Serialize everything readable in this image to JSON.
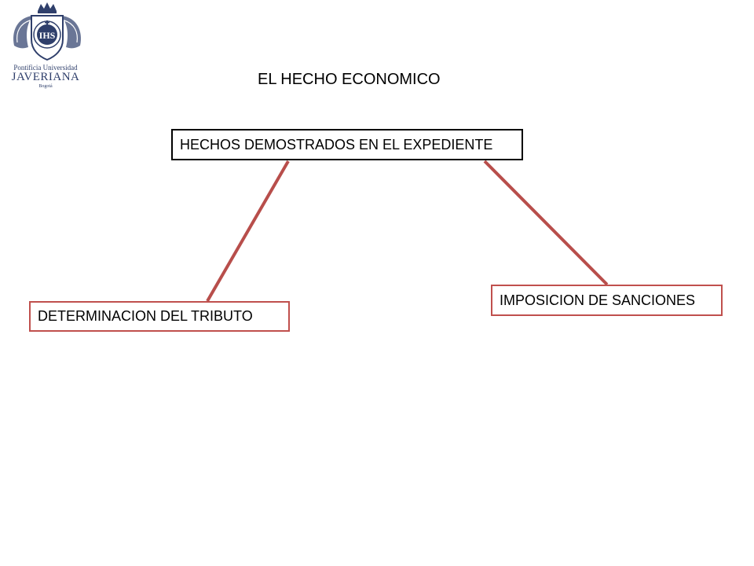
{
  "logo": {
    "line1": "Pontificia Universidad",
    "line2": "JAVERIANA",
    "line3": "Bogotá",
    "monogram": "IHS",
    "color": "#2f3f6b"
  },
  "title": "EL HECHO ECONOMICO",
  "diagram": {
    "root": "HECHOS DEMOSTRADOS EN EL EXPEDIENTE",
    "children": [
      "DETERMINACION DEL TRIBUTO",
      "IMPOSICION DE SANCIONES"
    ],
    "connector_color": "#c0504d",
    "root_border_color": "#000000",
    "child_border_color": "#c0504d"
  }
}
